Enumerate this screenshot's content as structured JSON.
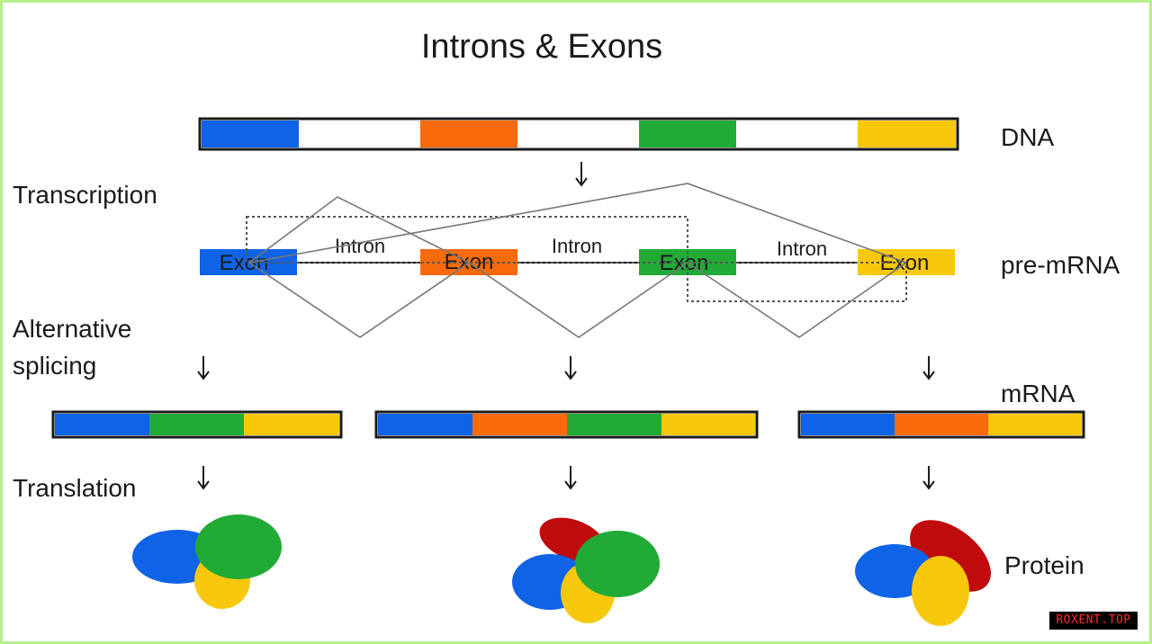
{
  "title": "Introns & Exons",
  "labels": {
    "dna": "DNA",
    "pre_mrna": "pre-mRNA",
    "mrna": "mRNA",
    "protein": "Protein",
    "transcription": "Transcription",
    "alternative_splicing_line1": "Alternative",
    "alternative_splicing_line2": "splicing",
    "translation": "Translation"
  },
  "exon_label": "Exon",
  "intron_label": "Intron",
  "colors": {
    "blue": "#0f63e6",
    "orange": "#f96a0a",
    "green": "#22aa36",
    "yellow": "#f8c80c",
    "red": "#bf0b0b",
    "border": "#1a1a1a",
    "frame": "#b7ef8f"
  },
  "mrna_variants": [
    {
      "exons": [
        "blue",
        "green",
        "yellow"
      ],
      "protein_parts": [
        "blue",
        "green",
        "yellow"
      ]
    },
    {
      "exons": [
        "blue",
        "orange",
        "green",
        "yellow"
      ],
      "protein_parts": [
        "red",
        "blue",
        "green",
        "yellow"
      ]
    },
    {
      "exons": [
        "blue",
        "orange",
        "yellow"
      ],
      "protein_parts": [
        "red",
        "blue",
        "yellow"
      ]
    }
  ],
  "watermark": "ROXENT.TOP"
}
